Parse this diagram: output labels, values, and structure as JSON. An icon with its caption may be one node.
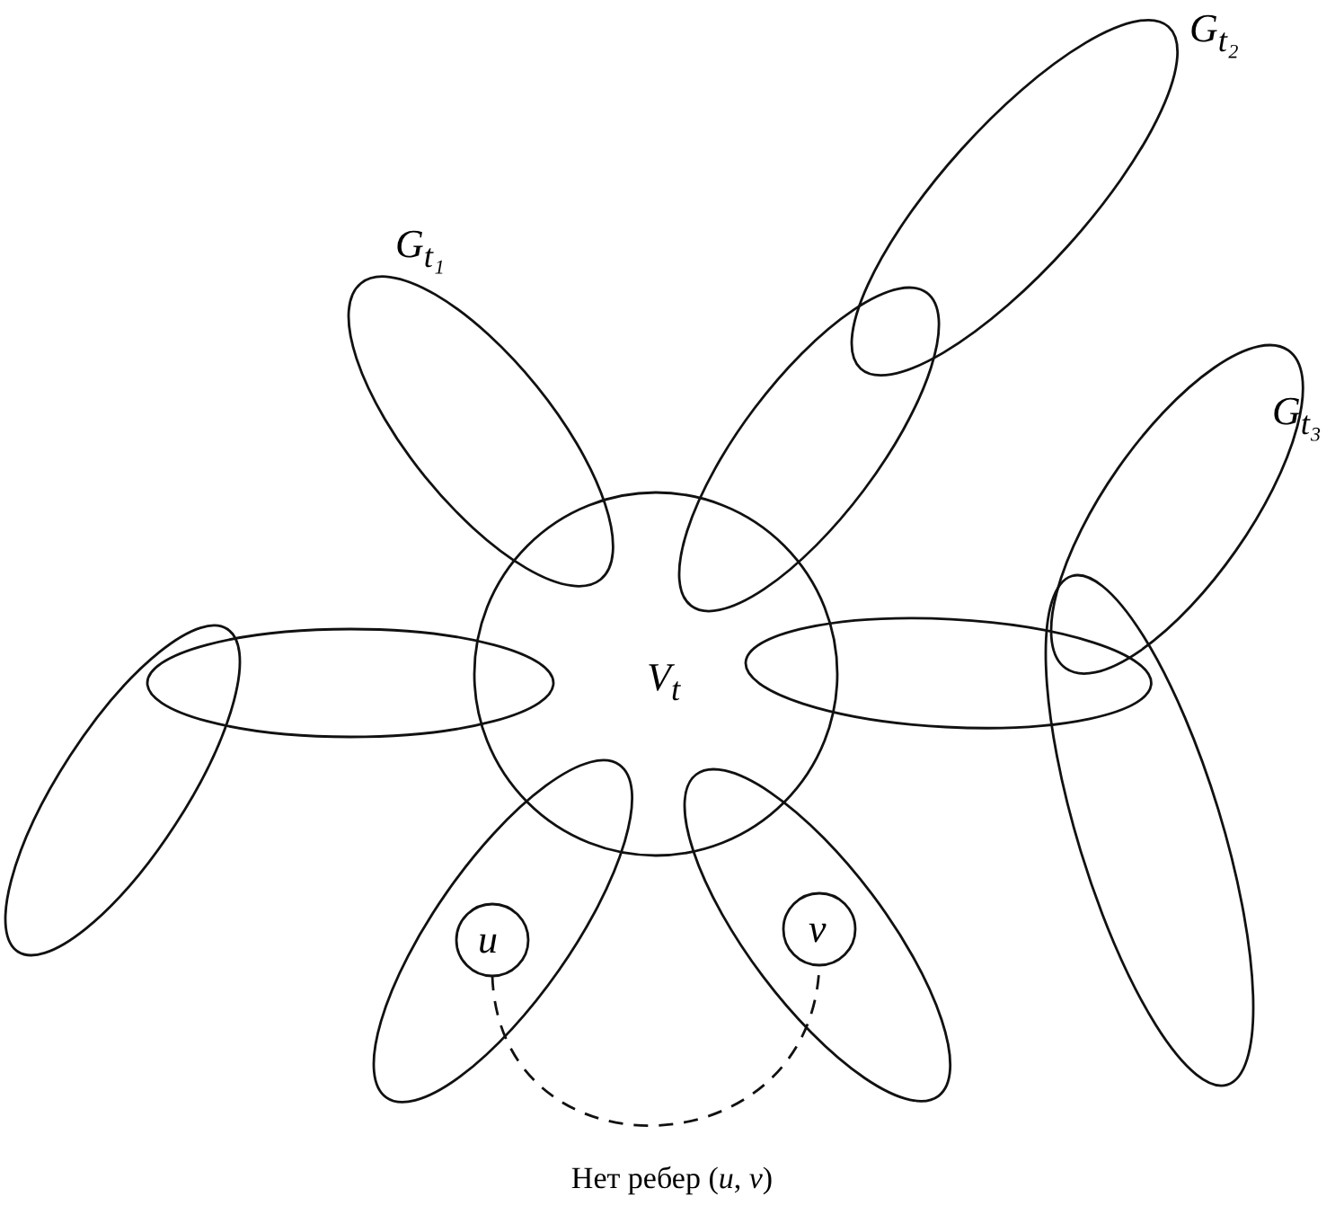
{
  "diagram": {
    "caption": "Нет ребер (*u*, *v*)",
    "nodes": [
      {
        "text": [
          "G$_{t₁}$"
        ]
      },
      {
        "text": [
          "G$_{t₂}$"
        ]
      },
      {
        "text": [
          "G$_{t₃}$"
        ]
      },
      {
        "text": [
          "V$_{t}$"
        ]
      },
      {
        "text": [],
        "shape": "ellipse"
      },
      {
        "text": [],
        "shape": "ellipse"
      },
      {
        "text": [],
        "shape": "ellipse"
      },
      {
        "text": [],
        "shape": "ellipse"
      },
      {
        "text": [],
        "shape": "ellipse"
      },
      {
        "text": [],
        "shape": "ellipse"
      },
      {
        "text": [],
        "shape": "ellipse"
      },
      {
        "text": [
          "u"
        ],
        "in": 9
      },
      {
        "text": [
          "v"
        ],
        "in": 10
      }
    ],
    "edges": [
      {
        "from": 11,
        "to": 12,
        "arrow": "none",
        "style": "dashed"
      }
    ]
  }
}
